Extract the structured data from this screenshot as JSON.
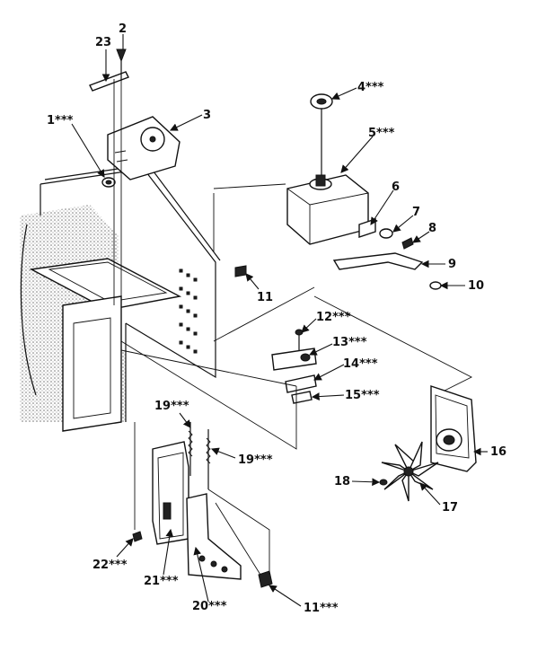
{
  "callouts": {
    "p1": "1***",
    "p2": "2",
    "p3": "3",
    "p4": "4***",
    "p5": "5***",
    "p6": "6",
    "p7": "7",
    "p8": "8",
    "p9": "9",
    "p10": "10",
    "p11": "11",
    "p12": "12***",
    "p13": "13***",
    "p14": "14***",
    "p15": "15***",
    "p16": "16",
    "p17": "17",
    "p18": "18",
    "p19a": "19***",
    "p19b": "19***",
    "p20": "20***",
    "p21": "21***",
    "p22": "22***",
    "p23": "23",
    "p11b": "11***"
  },
  "colors": {
    "ink": "#111111",
    "shading": "#9a9a9a",
    "paper": "#ffffff"
  }
}
